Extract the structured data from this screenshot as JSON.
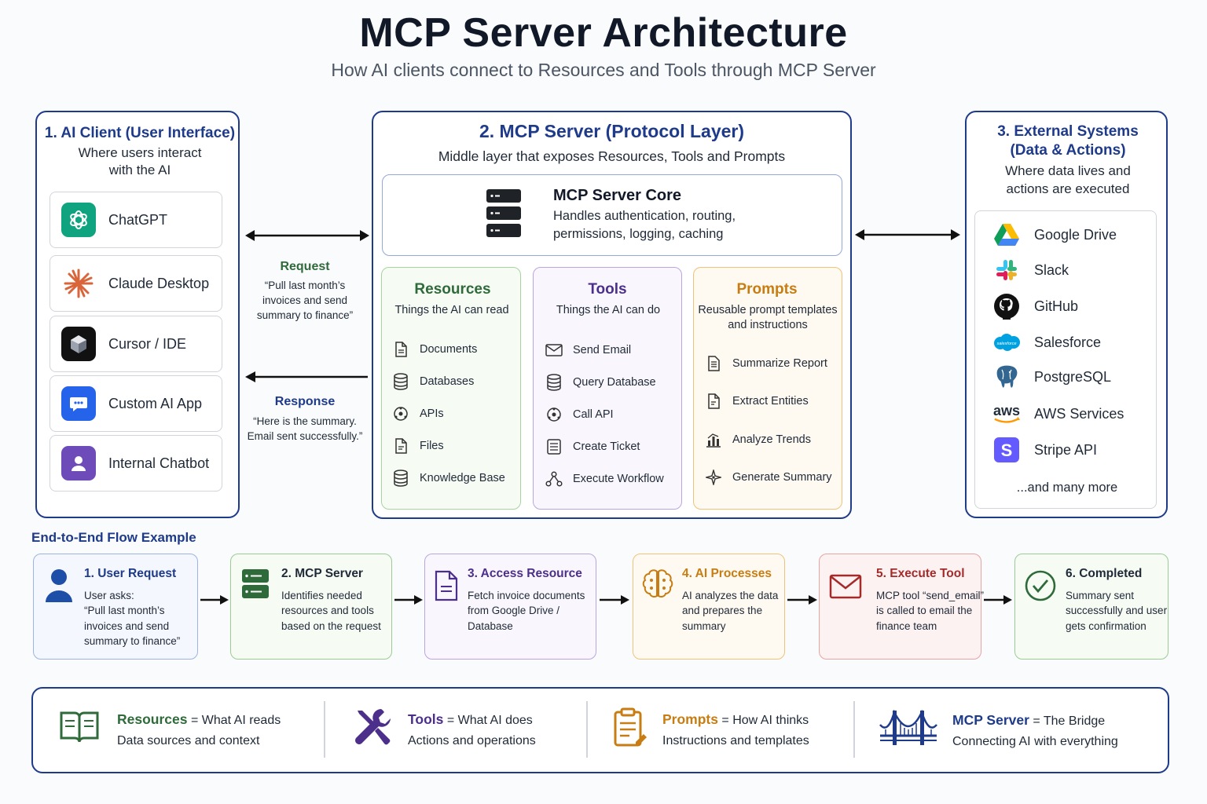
{
  "header": {
    "title": "MCP Server Architecture",
    "subtitle": "How AI clients connect to Resources and Tools through MCP Server"
  },
  "client_panel": {
    "title": "1. AI Client (User Interface)",
    "desc_line1": "Where users interact",
    "desc_line2": "with the AI",
    "items": [
      {
        "label": "ChatGPT",
        "icon": "chatgpt-icon"
      },
      {
        "label": "Claude Desktop",
        "icon": "claude-icon"
      },
      {
        "label": "Cursor / IDE",
        "icon": "cursor-icon"
      },
      {
        "label": "Custom AI App",
        "icon": "chat-bubble-icon"
      },
      {
        "label": "Internal Chatbot",
        "icon": "user-icon"
      }
    ]
  },
  "request": {
    "title": "Request",
    "line1": "“Pull last month’s",
    "line2": "invoices and send",
    "line3": "summary to finance”"
  },
  "response": {
    "title": "Response",
    "line1": "“Here is the summary.",
    "line2": "Email sent successfully.”"
  },
  "server_panel": {
    "title": "2. MCP Server (Protocol Layer)",
    "desc": "Middle layer that exposes Resources, Tools and Prompts",
    "core": {
      "title": "MCP Server Core",
      "line1": "Handles authentication, routing,",
      "line2": "permissions, logging, caching"
    },
    "resources": {
      "title": "Resources",
      "desc": "Things the AI can read",
      "items": [
        "Documents",
        "Databases",
        "APIs",
        "Files",
        "Knowledge Base"
      ]
    },
    "tools": {
      "title": "Tools",
      "desc": "Things the AI can do",
      "items": [
        "Send Email",
        "Query Database",
        "Call API",
        "Create Ticket",
        "Execute Workflow"
      ]
    },
    "prompts": {
      "title": "Prompts",
      "desc_line1": "Reusable prompt templates",
      "desc_line2": "and instructions",
      "items": [
        "Summarize Report",
        "Extract Entities",
        "Analyze Trends",
        "Generate Summary"
      ]
    }
  },
  "external_panel": {
    "title_line1": "3. External Systems",
    "title_line2": "(Data & Actions)",
    "desc_line1": "Where data lives and",
    "desc_line2": "actions are executed",
    "items": [
      {
        "label": "Google Drive",
        "icon": "google-drive-icon"
      },
      {
        "label": "Slack",
        "icon": "slack-icon"
      },
      {
        "label": "GitHub",
        "icon": "github-icon"
      },
      {
        "label": "Salesforce",
        "icon": "salesforce-icon"
      },
      {
        "label": "PostgreSQL",
        "icon": "postgresql-icon"
      },
      {
        "label": "AWS Services",
        "icon": "aws-icon"
      },
      {
        "label": "Stripe API",
        "icon": "stripe-icon"
      }
    ],
    "more": "...and many more",
    "salesforce_logo_text": "salesforce",
    "aws_logo_text": "aws",
    "stripe_logo_text": "S"
  },
  "flow": {
    "heading": "End-to-End Flow Example",
    "steps": [
      {
        "title": "1. User Request",
        "lines": [
          "User asks:",
          "“Pull last month’s",
          "invoices and send",
          "summary to finance”"
        ],
        "color": "#1e3a8a"
      },
      {
        "title": "2. MCP Server",
        "lines": [
          "Identifies needed",
          "resources and tools",
          "based on the request"
        ],
        "color": "#2f6b3a"
      },
      {
        "title": "3. Access Resource",
        "lines": [
          "Fetch invoice documents",
          "from Google Drive /",
          "Database"
        ],
        "color": "#4c2f8a"
      },
      {
        "title": "4. AI Processes",
        "lines": [
          "AI analyzes the data",
          "and prepares the",
          "summary"
        ],
        "color": "#b8741a"
      },
      {
        "title": "5. Execute Tool",
        "lines": [
          "MCP tool “send_email”",
          "is called to email the",
          "finance team"
        ],
        "color": "#a52a2a"
      },
      {
        "title": "6. Completed",
        "lines": [
          "Summary sent",
          "successfully and user",
          "gets confirmation"
        ],
        "color": "#2f6b3a"
      }
    ]
  },
  "legend": {
    "items": [
      {
        "key": "Resources",
        "eq": " = What AI reads",
        "sub": "Data sources and context",
        "color": "#2f6b3a"
      },
      {
        "key": "Tools",
        "eq": " = What AI does",
        "sub": "Actions and operations",
        "color": "#4c2f8a"
      },
      {
        "key": "Prompts",
        "eq": " = How AI thinks",
        "sub": "Instructions and templates",
        "color": "#c77d12"
      },
      {
        "key": "MCP Server",
        "eq": " = The Bridge",
        "sub": "Connecting AI with everything",
        "color": "#1e3a8a"
      }
    ]
  },
  "colors": {
    "navy": "#1e3a8a",
    "green": "#2f6b3a",
    "purple": "#4c2f8a",
    "orange": "#c77d12",
    "red": "#a52a2a"
  }
}
